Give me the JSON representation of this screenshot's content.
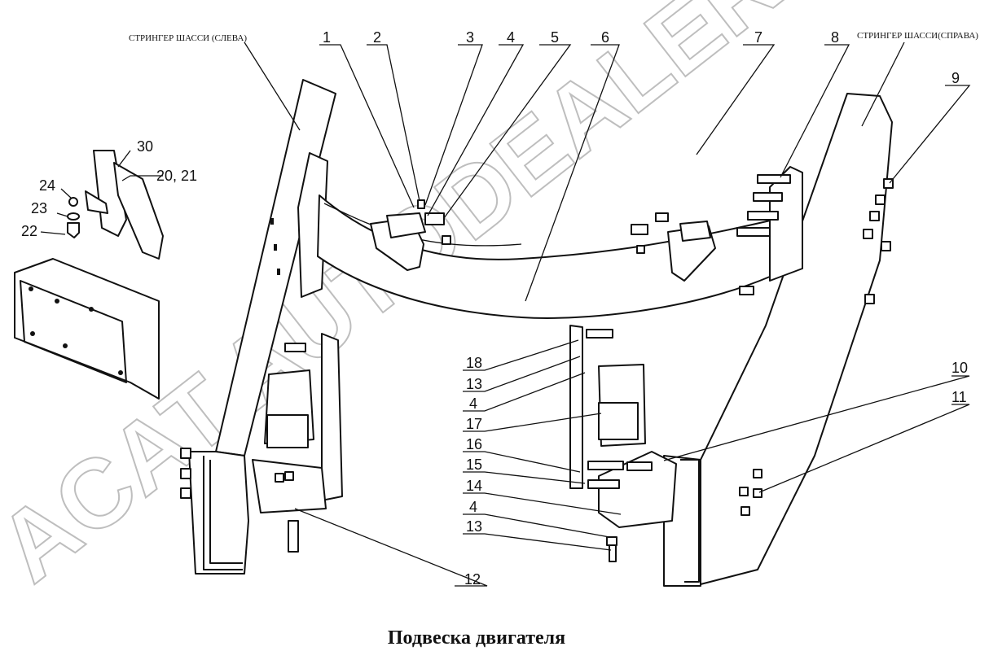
{
  "caption_left": "СТРИНГЕР ШАССИ (СЛЕВА)",
  "caption_right": "СТРИНГЕР ШАССИ(СПРАВА)",
  "title": "Подвеска двигателя",
  "watermark": "ACAT.AUTODEALER.RU",
  "callouts": {
    "c1": "1",
    "c2": "2",
    "c3": "3",
    "c4a": "4",
    "c5": "5",
    "c6": "6",
    "c7": "7",
    "c8": "8",
    "c9": "9",
    "c10": "10",
    "c11": "11",
    "c12": "12",
    "c18": "18",
    "c13a": "13",
    "c4b": "4",
    "c17": "17",
    "c16": "16",
    "c15": "15",
    "c14": "14",
    "c4c": "4",
    "c13b": "13",
    "c30": "30",
    "c2021": "20, 21",
    "c24": "24",
    "c23": "23",
    "c22": "22"
  }
}
